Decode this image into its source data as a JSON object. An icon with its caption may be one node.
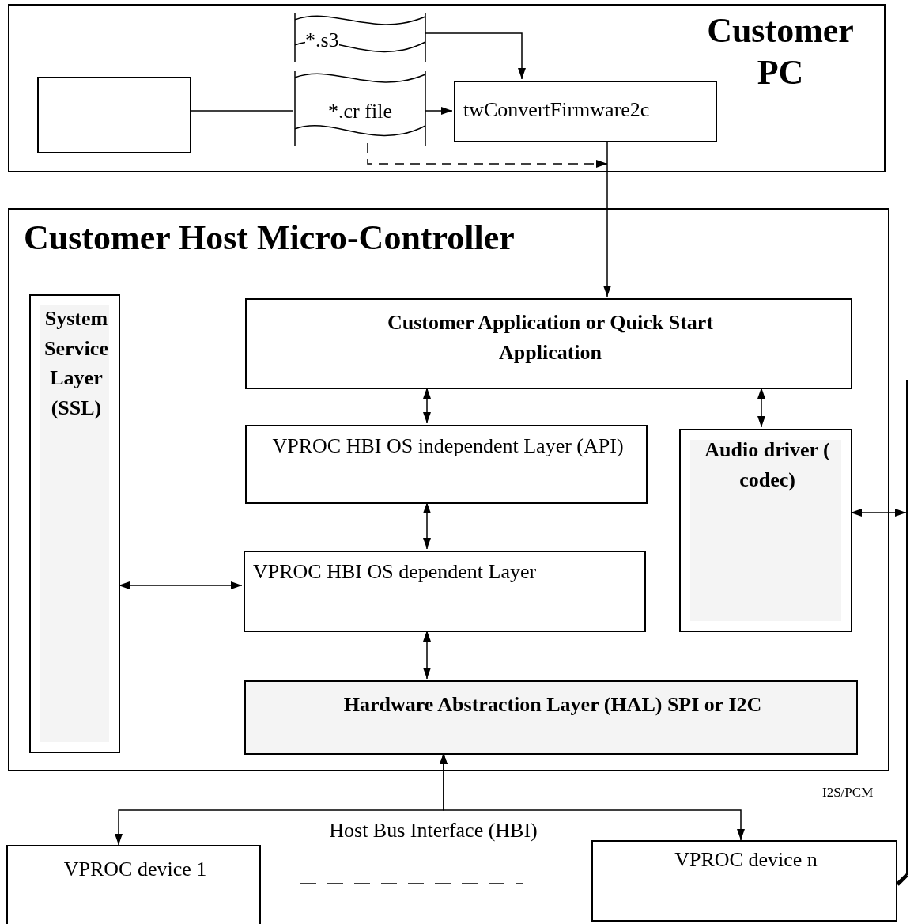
{
  "diagram": {
    "nodes": [
      {
        "text": [
          "Customer PC"
        ]
      },
      {
        "text": [],
        "shape": "box",
        "in": 0
      },
      {
        "text": [
          "*.s3"
        ],
        "in": 0
      },
      {
        "text": [
          "*.cr file"
        ],
        "in": 0
      },
      {
        "text": [
          "twConvertFirmware2c"
        ],
        "in": 0
      },
      {
        "text": [
          "Customer Host Micro-Controller"
        ]
      },
      {
        "text": [
          "System Service Layer (SSL)"
        ],
        "in": 5
      },
      {
        "text": [
          "Customer Application or Quick Start Application"
        ],
        "in": 5
      },
      {
        "text": [
          "VPROC HBI  OS independent Layer (API)"
        ],
        "in": 5
      },
      {
        "text": [
          "Audio driver ( codec)"
        ],
        "in": 5
      },
      {
        "text": [
          "VPROC HBI OS dependent Layer"
        ],
        "in": 5
      },
      {
        "text": [
          "Hardware Abstraction Layer (HAL) SPI or I2C"
        ],
        "in": 5
      },
      {
        "text": [
          "VPROC device 1"
        ]
      },
      {
        "text": [
          "VPROC device n"
        ]
      },
      {
        "text": [],
        "shape": "bar"
      }
    ],
    "edges": [
      {
        "from": 1,
        "to": 3,
        "arrow": "none"
      },
      {
        "from": 3,
        "to": 4,
        "arrow": "to"
      },
      {
        "from": 2,
        "to": 4,
        "arrow": "to"
      },
      {
        "from": 3,
        "to": null,
        "arrow": "to",
        "style": "dashed"
      },
      {
        "from": 4,
        "to": 7,
        "arrow": "to"
      },
      {
        "from": 7,
        "to": 8,
        "arrow": "both"
      },
      {
        "from": 7,
        "to": 9,
        "arrow": "both"
      },
      {
        "from": 8,
        "to": 10,
        "arrow": "both"
      },
      {
        "from": 6,
        "to": 10,
        "arrow": "both"
      },
      {
        "from": 10,
        "to": 11,
        "arrow": "both"
      },
      {
        "from": 11,
        "to": 12,
        "arrow": "both",
        "label": "Host Bus Interface (HBI)"
      },
      {
        "from": 11,
        "to": 13,
        "arrow": "both"
      },
      {
        "from": 9,
        "to": 14,
        "arrow": "both"
      },
      {
        "from": 13,
        "to": 14,
        "arrow": "none",
        "style": "thick"
      }
    ],
    "labels": [
      "I2S/PCM"
    ]
  }
}
